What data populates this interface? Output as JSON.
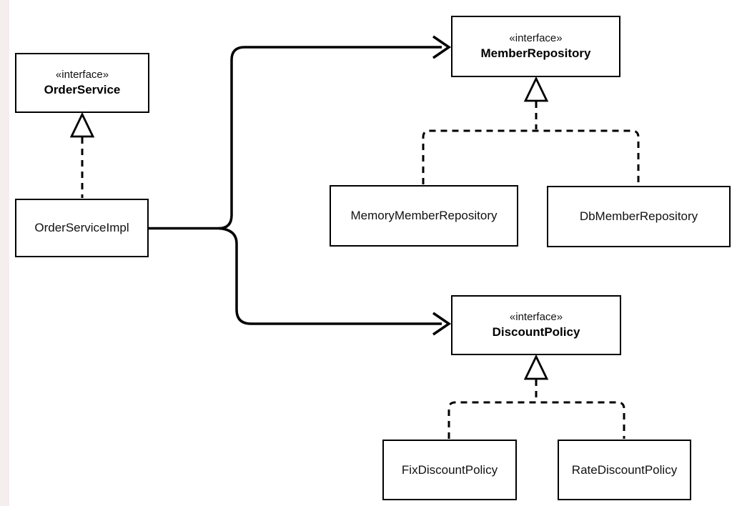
{
  "diagram": {
    "type": "uml-class-diagram",
    "background_color": "#ffffff",
    "stroke_color": "#000000",
    "left_edge_strip_color": "#f5eeee",
    "nodes": {
      "order_service": {
        "stereotype": "«interface»",
        "name": "OrderService"
      },
      "order_service_impl": {
        "name": "OrderServiceImpl"
      },
      "member_repository": {
        "stereotype": "«interface»",
        "name": "MemberRepository"
      },
      "memory_member_repository": {
        "name": "MemoryMemberRepository"
      },
      "db_member_repository": {
        "name": "DbMemberRepository"
      },
      "discount_policy": {
        "stereotype": "«interface»",
        "name": "DiscountPolicy"
      },
      "fix_discount_policy": {
        "name": "FixDiscountPolicy"
      },
      "rate_discount_policy": {
        "name": "RateDiscountPolicy"
      }
    },
    "relationships": [
      {
        "type": "realization",
        "from": "OrderServiceImpl",
        "to": "OrderService"
      },
      {
        "type": "dependency",
        "from": "OrderServiceImpl",
        "to": "MemberRepository"
      },
      {
        "type": "dependency",
        "from": "OrderServiceImpl",
        "to": "DiscountPolicy"
      },
      {
        "type": "realization",
        "from": "MemoryMemberRepository",
        "to": "MemberRepository"
      },
      {
        "type": "realization",
        "from": "DbMemberRepository",
        "to": "MemberRepository"
      },
      {
        "type": "realization",
        "from": "FixDiscountPolicy",
        "to": "DiscountPolicy"
      },
      {
        "type": "realization",
        "from": "RateDiscountPolicy",
        "to": "DiscountPolicy"
      }
    ]
  }
}
